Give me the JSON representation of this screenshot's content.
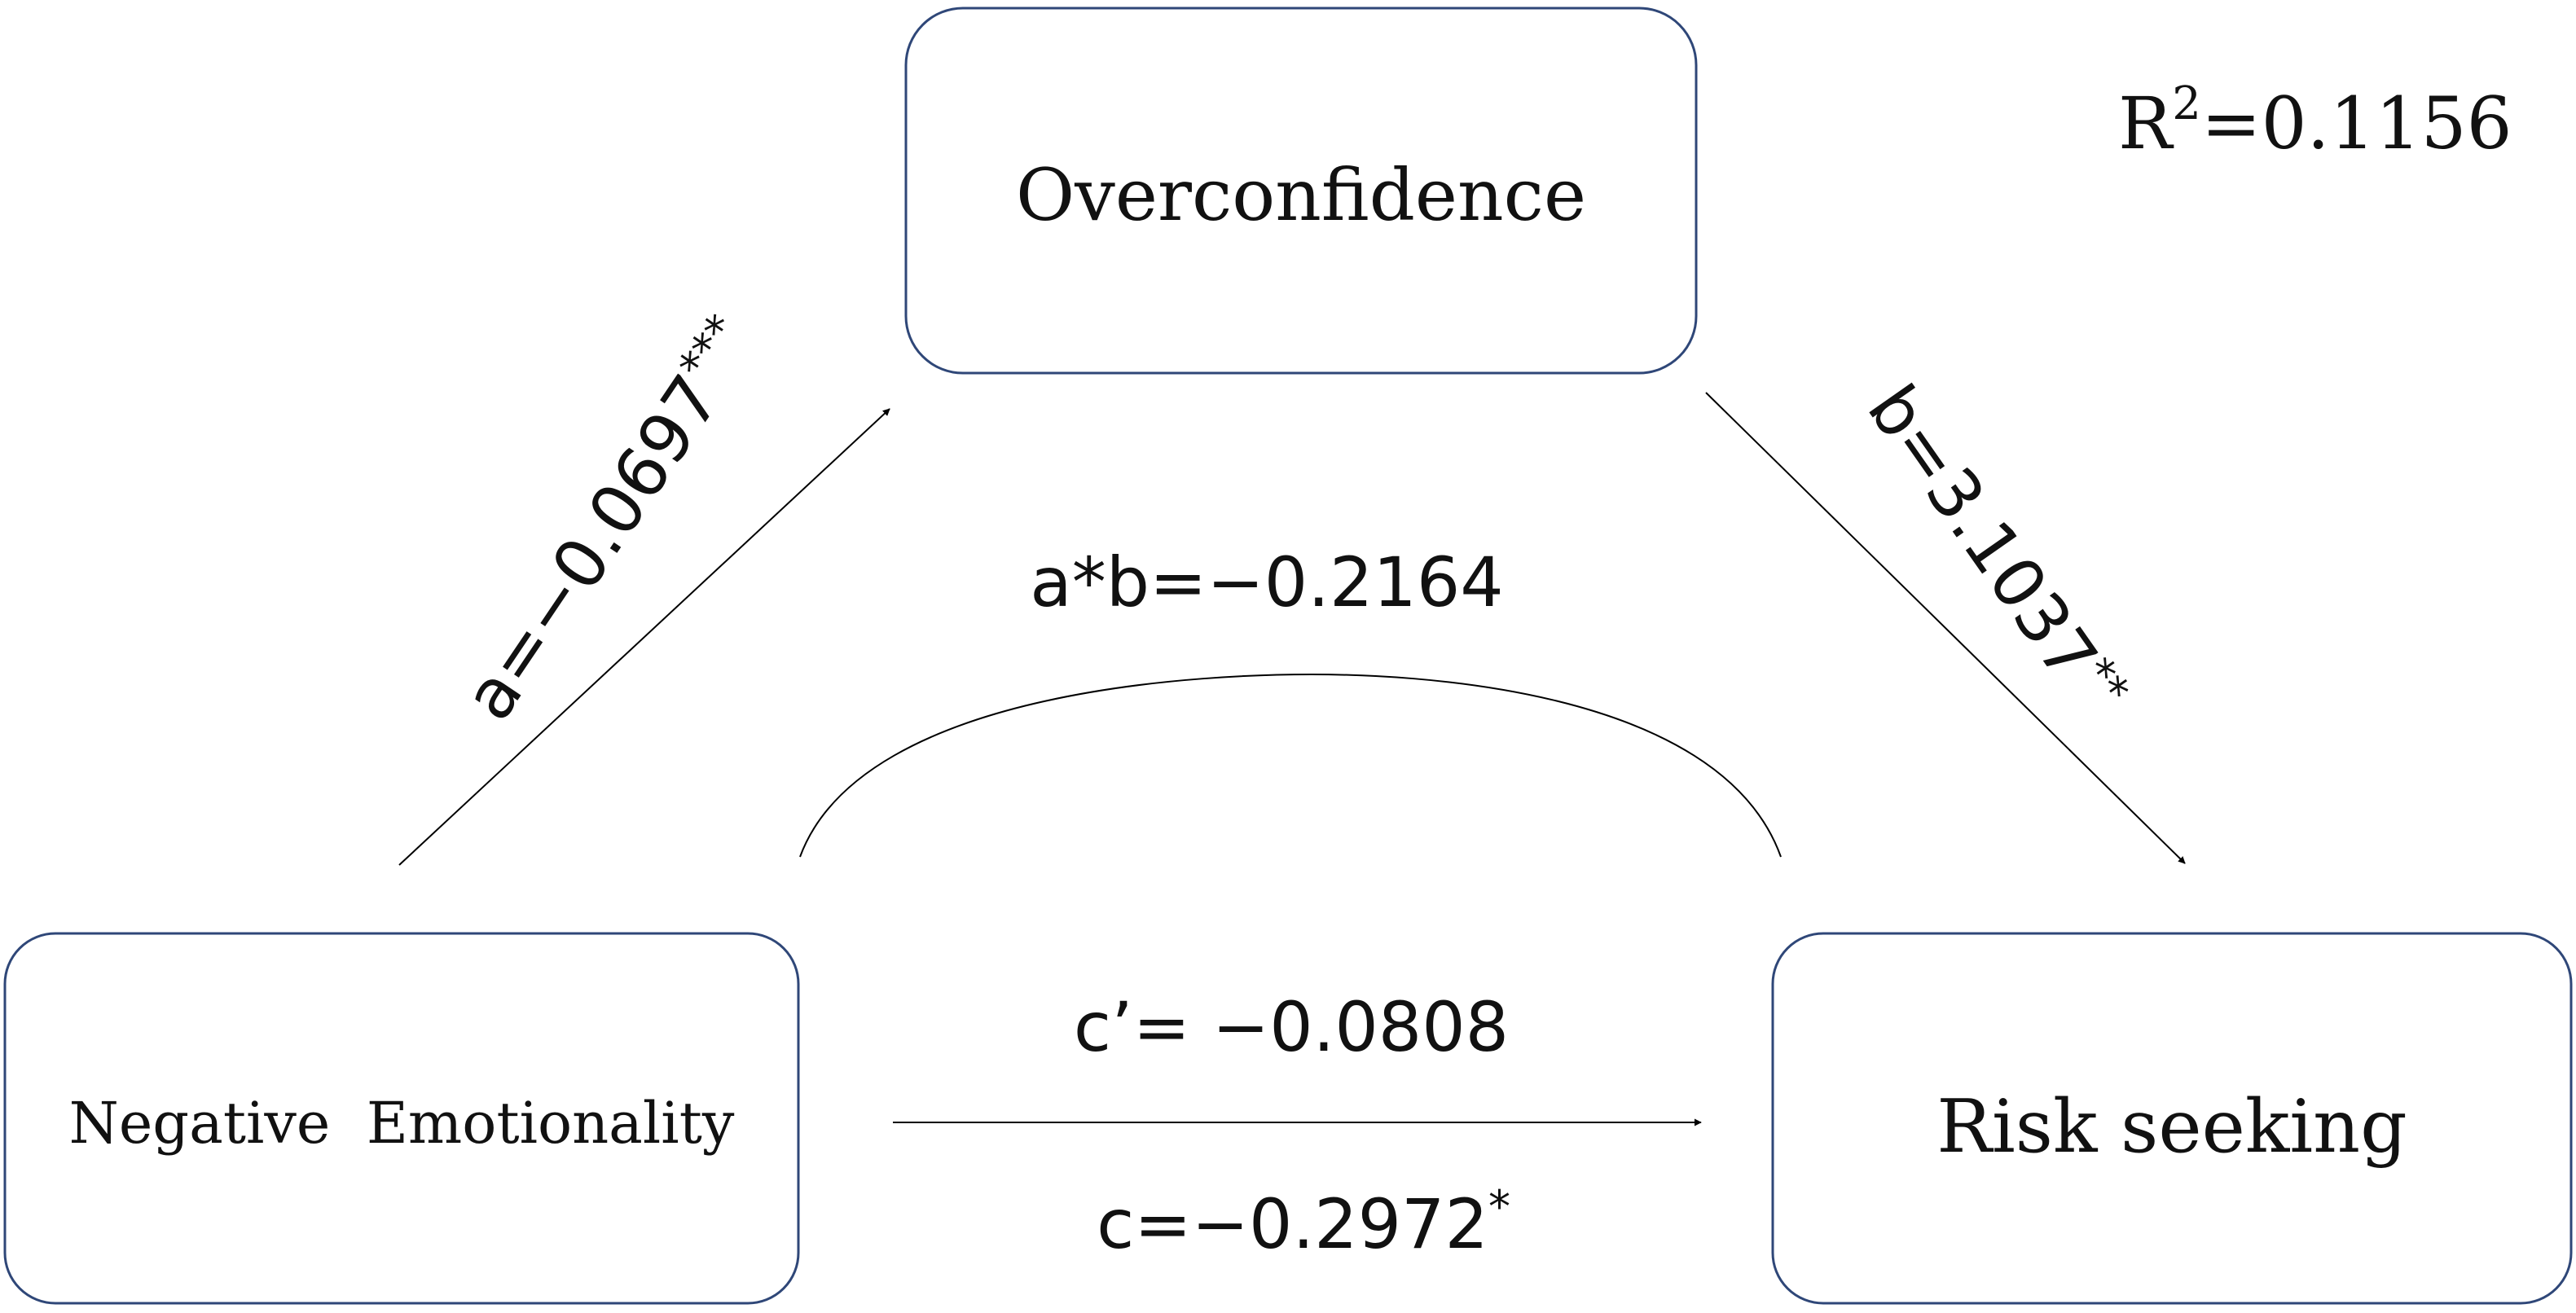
{
  "diagram": {
    "nodes": {
      "mediator": {
        "label": "Overconfidence"
      },
      "predictor": {
        "label": "Negative  Emotionality"
      },
      "outcome": {
        "label": "Risk seeking"
      }
    },
    "paths": {
      "a": {
        "text": "a=−0.0697",
        "stars": "***"
      },
      "b": {
        "text": "b=3.1037",
        "stars": "**"
      },
      "ab": {
        "text": "a*b=−0.2164"
      },
      "c_prime": {
        "text": "c’= −0.0808"
      },
      "c": {
        "text": "c=−0.2972",
        "stars": "*"
      }
    },
    "r_squared": {
      "base": "R",
      "sup": "2",
      "value": "=0.1156"
    },
    "colors": {
      "box_border": "#2f4778",
      "line": "#000000",
      "text": "#111111"
    }
  }
}
